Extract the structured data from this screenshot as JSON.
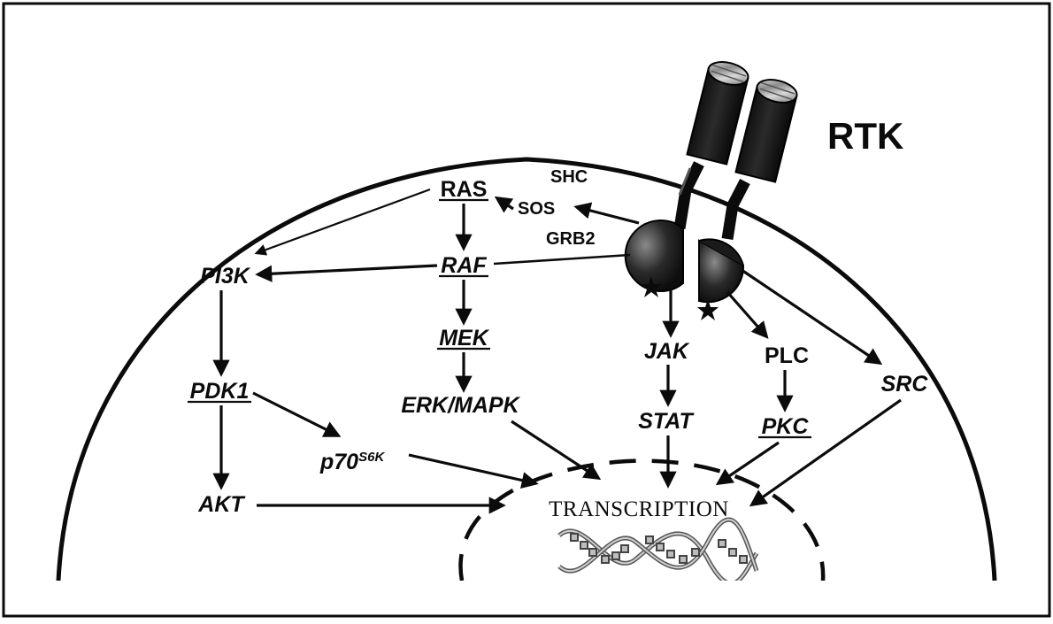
{
  "labels": {
    "rtk": "RTK",
    "ras": "RAS",
    "shc": "SHC",
    "sos": "SOS",
    "grb2": "GRB2",
    "raf": "RAF",
    "pi3k": "PI3K",
    "mek": "MEK",
    "erk_mapk": "ERK/MAPK",
    "pdk1": "PDK1",
    "p70": "p70",
    "p70_sup": "S6K",
    "akt": "AKT",
    "jak": "JAK",
    "stat": "STAT",
    "plc": "PLC",
    "pkc": "PKC",
    "src": "SRC",
    "transcription": "TRANSCRIPTION"
  },
  "colors": {
    "ink": "#0b0b0b",
    "receptor_dark": "#1a1a1a",
    "receptor_cap": "#9a9a9a",
    "kinase_light": "#8a8a8a",
    "background": "#ffffff"
  }
}
